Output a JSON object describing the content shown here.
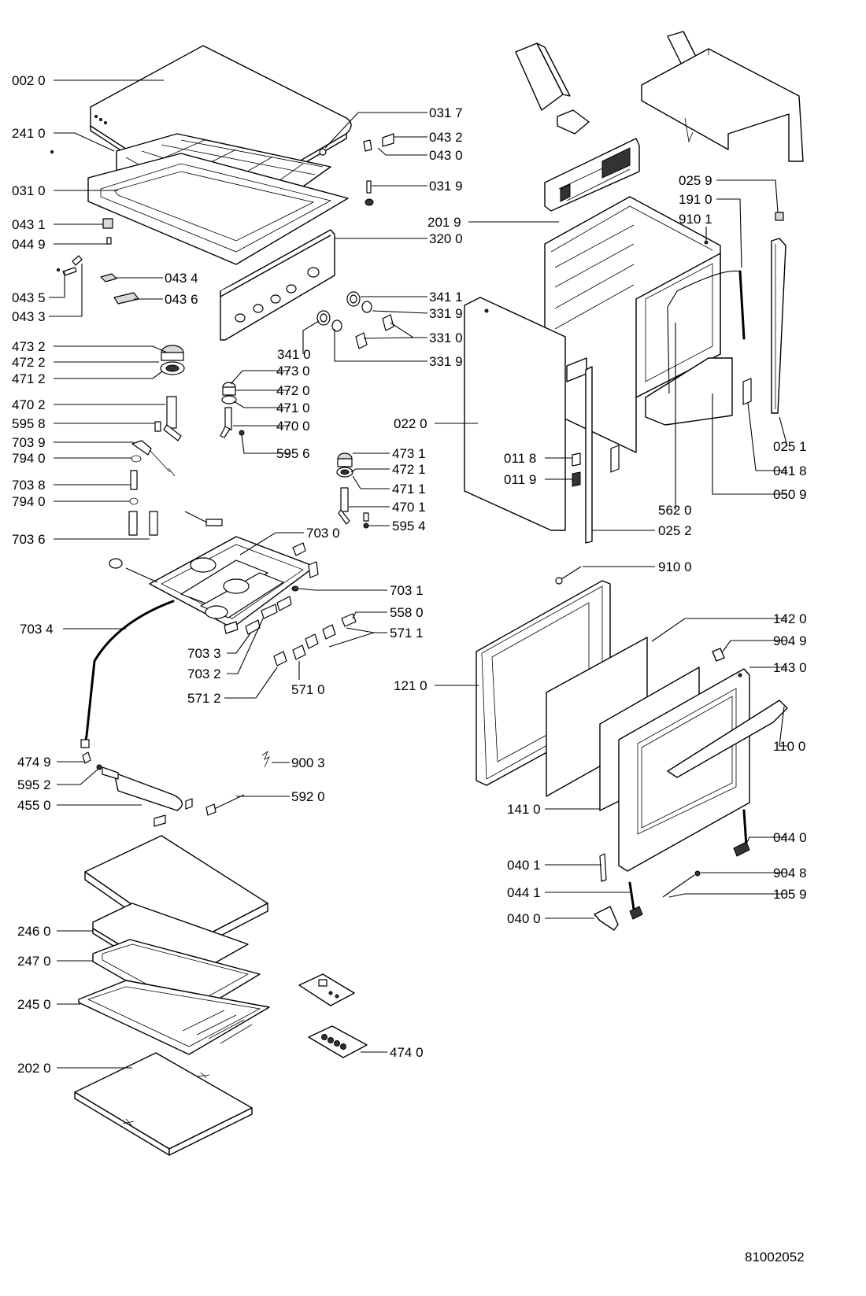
{
  "diagram": {
    "document_number": "81002052",
    "labels": [
      "002 0",
      "241 0",
      "031 0",
      "043 1",
      "044 9",
      "043 4",
      "043 5",
      "043 3",
      "043 6",
      "031 7",
      "043 2",
      "043 0",
      "031 9",
      "320 0",
      "341 1",
      "331 9",
      "331 0",
      "341 0",
      "331 9",
      "473 2",
      "472 2",
      "471 2",
      "470 2",
      "595 8",
      "703 9",
      "794 0",
      "703 8",
      "794 0",
      "703 6",
      "473 0",
      "472 0",
      "471 0",
      "470 0",
      "595 6",
      "473 1",
      "472 1",
      "471 1",
      "470 1",
      "595 4",
      "703 0",
      "703 1",
      "558 0",
      "571 1",
      "703 4",
      "703 3",
      "703 2",
      "571 2",
      "571 0",
      "474 9",
      "595 2",
      "455 0",
      "900 3",
      "592 0",
      "246 0",
      "247 0",
      "245 0",
      "474 0",
      "202 0",
      "201 9",
      "025 9",
      "191 0",
      "910 1",
      "022 0",
      "011 8",
      "011 9",
      "025 1",
      "041 8",
      "050 9",
      "562 0",
      "025 2",
      "910 0",
      "142 0",
      "904 9",
      "143 0",
      "121 0",
      "110 0",
      "141 0",
      "044 0",
      "040 1",
      "904 8",
      "044 1",
      "105 9",
      "040 0"
    ]
  }
}
